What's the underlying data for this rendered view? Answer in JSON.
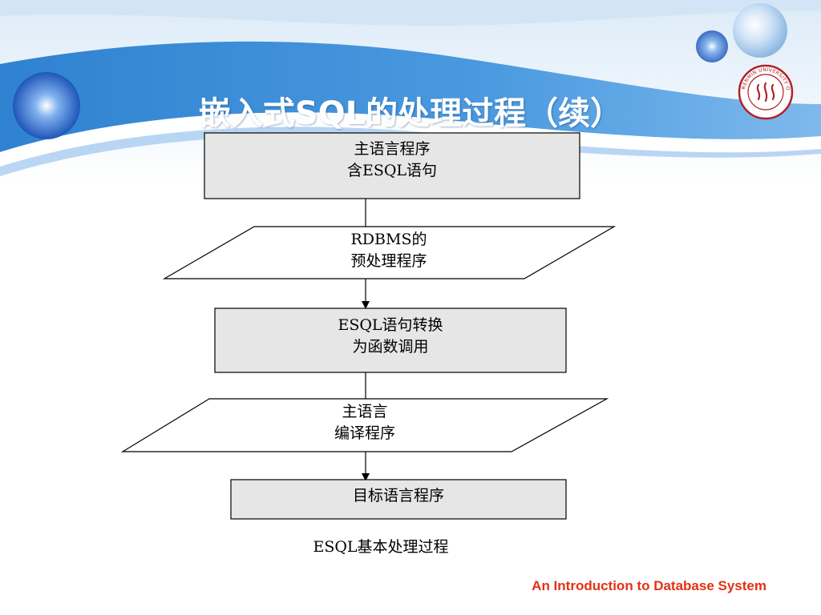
{
  "slide": {
    "title": "嵌入式SQL的处理过程（续）",
    "caption": "ESQL基本处理过程",
    "footer": "An Introduction to Database System",
    "logo_label": "RENMIN UNIVERSITY OF CHINA"
  },
  "flowchart": {
    "nodes": [
      {
        "id": "main-program",
        "shape": "rectangle",
        "text": "主语言程序\n含ESQL语句"
      },
      {
        "id": "rdbms-preprocess",
        "shape": "parallelogram",
        "text": "RDBMS的\n预处理程序"
      },
      {
        "id": "esql-convert",
        "shape": "rectangle",
        "text": "ESQL语句转换\n为函数调用"
      },
      {
        "id": "host-compile",
        "shape": "parallelogram",
        "text": "主语言\n编译程序"
      },
      {
        "id": "target-program",
        "shape": "rectangle",
        "text": "目标语言程序"
      }
    ]
  },
  "colors": {
    "header_blue": "#3f8fd6",
    "box_fill": "#e6e6e6",
    "footer_red": "#e53013"
  }
}
